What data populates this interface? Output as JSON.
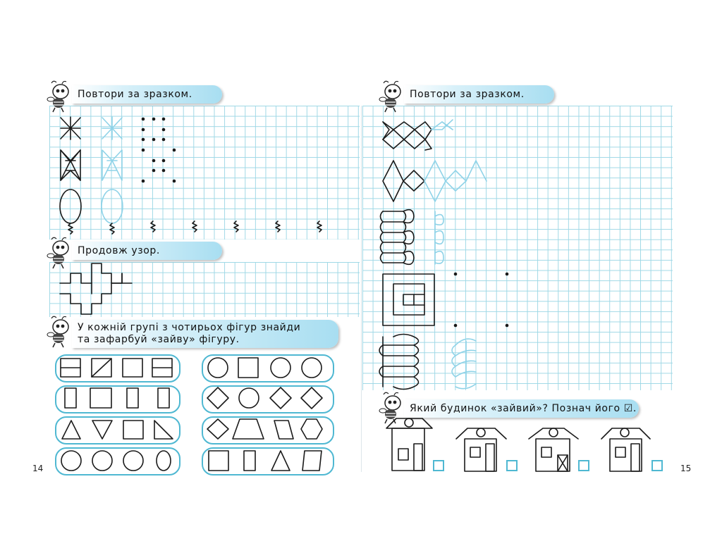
{
  "left_page": {
    "task1": {
      "title": "Повтори за зразком."
    },
    "task2": {
      "title": "Продовж узор."
    },
    "task3": {
      "title_line1": "У кожній групі з чотирьох фігур знайди",
      "title_line2": "та зафарбуй «зайву» фігуру."
    },
    "page_number": "14"
  },
  "right_page": {
    "task1": {
      "title": "Повтори за зразком."
    },
    "task2": {
      "title": "Який будинок «зайвий»? Познач його ☑."
    },
    "page_number": "15"
  },
  "colors": {
    "grid": "#9fd8e6",
    "accent": "#4fb8d2",
    "ink": "#1a1a1a",
    "tracing": "#8fd3e8"
  },
  "icons": [
    "bee-mascot-icon",
    "checkbox-icon",
    "house-icon"
  ]
}
